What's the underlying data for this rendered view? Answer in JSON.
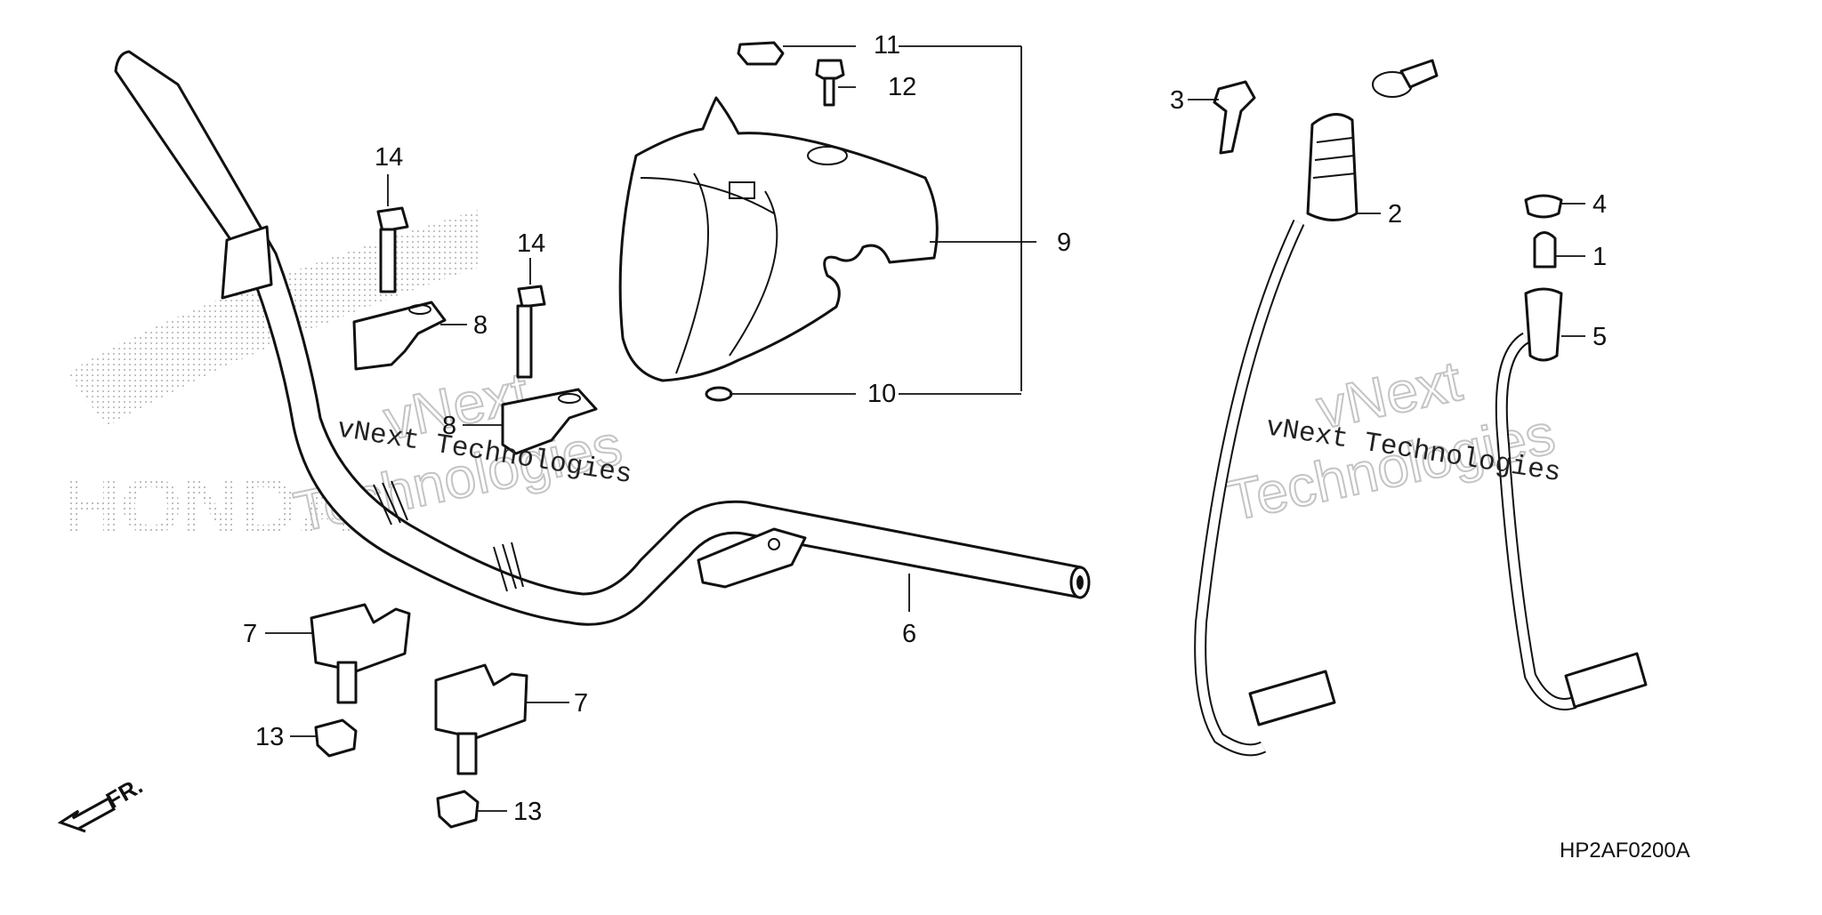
{
  "diagram": {
    "callouts": {
      "c1": "1",
      "c2": "2",
      "c3": "3",
      "c4": "4",
      "c5": "5",
      "c6": "6",
      "c7a": "7",
      "c7b": "7",
      "c8a": "8",
      "c8b": "8",
      "c9": "9",
      "c10": "10",
      "c11": "11",
      "c12": "12",
      "c13a": "13",
      "c13b": "13",
      "c14a": "14",
      "c14b": "14"
    },
    "watermark": {
      "line1": "vNext Technologies",
      "outline_a1": "vNext",
      "outline_a2": "Technologies",
      "outline_b1": "vNext",
      "outline_b2": "Technologies"
    },
    "brand_watermark": "HONDA",
    "front_indicator": "FR.",
    "drawing_code": "HP2AF0200A"
  }
}
